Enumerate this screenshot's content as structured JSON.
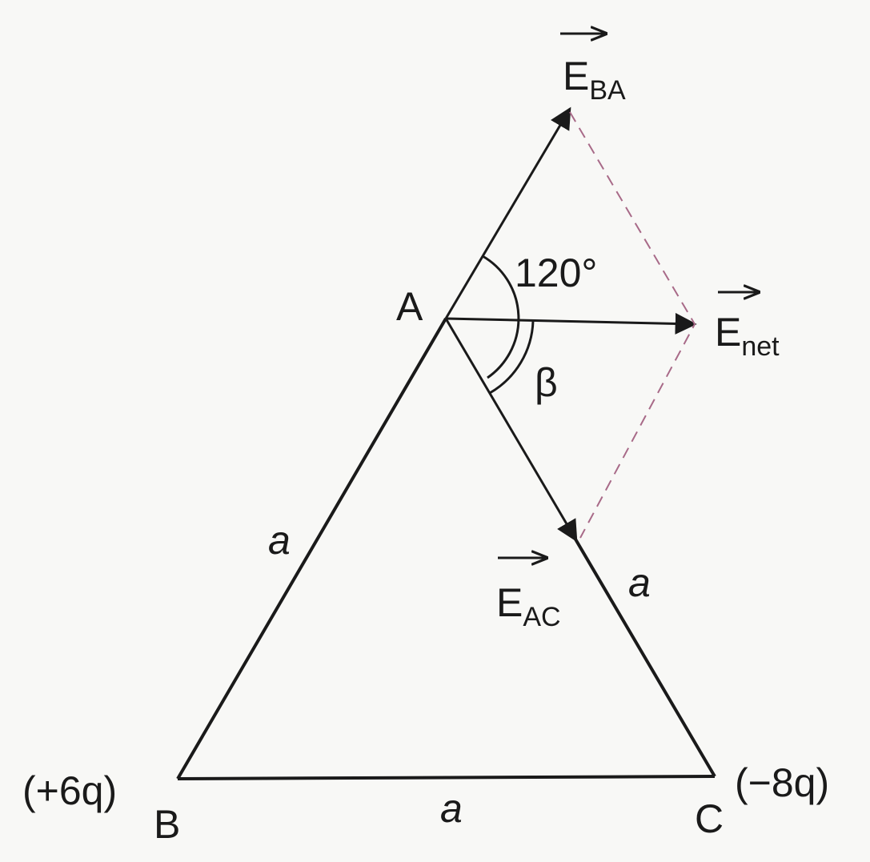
{
  "vertices": {
    "A": "A",
    "B": "B",
    "C": "C"
  },
  "charges": {
    "B": "(+6q)",
    "C": "(−8q)"
  },
  "sides": {
    "AB": "a",
    "AC": "a",
    "BC": "a"
  },
  "vectors": {
    "E_BA": {
      "main": "E",
      "sub": "BA"
    },
    "E_net": {
      "main": "E",
      "sub": "net"
    },
    "E_AC": {
      "main": "E",
      "sub": "AC"
    }
  },
  "angles": {
    "between_fields": "120°",
    "beta": "β"
  },
  "colors": {
    "lines": "#1a1a1a",
    "dashed": "#a86a88",
    "background": "#f8f8f6"
  }
}
